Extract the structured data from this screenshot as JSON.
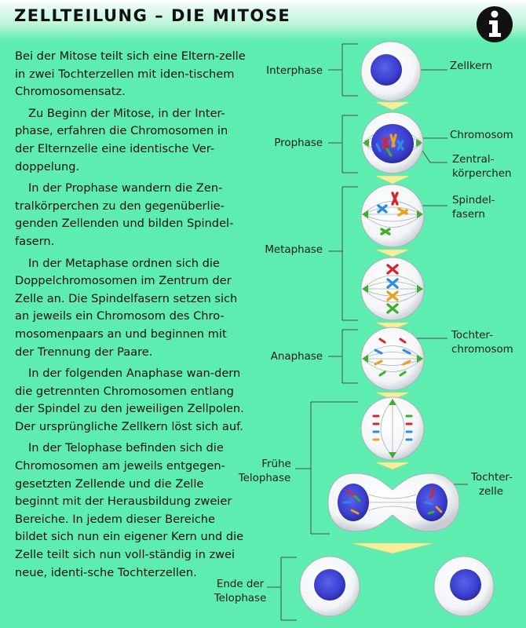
{
  "title": "ZELLTEILUNG – DIE MITOSE",
  "info_icon": "info-icon",
  "paragraphs": [
    "Bei der Mitose teilt sich eine Eltern-zelle in zwei Tochterzellen mit iden-tischem Chromosomensatz.",
    "Zu Beginn der Mitose, in der Inter-phase, erfahren die Chromosomen in der Elternzelle eine identische Ver-doppelung.",
    "In der Prophase wandern die Zen-tralkörperchen zu den gegenüberlie-genden Zellenden und bilden Spindel-fasern.",
    "In der Metaphase ordnen sich die Doppelchromosomen im Zentrum der Zelle an. Die Spindelfasern setzen sich an jeweils ein Chromosom des Chro-mosomenpaars an und beginnen mit der Trennung der Paare.",
    "In der folgenden Anaphase wan-dern die getrennten Chromosomen entlang der Spindel zu den jeweiligen Zellpolen. Der ursprüngliche Zellkern löst sich auf.",
    "In der Telophase befinden sich die Chromosomen am jeweils entgegen-gesetzten Zellende und die Zelle beginnt mit der Herausbildung zweier Bereiche. In jedem dieser Bereiche bildet sich nun ein eigener Kern und die Zelle teilt sich nun voll-ständig in zwei neue, identi-sche Tochterzellen."
  ],
  "phases": {
    "interphase": "Interphase",
    "prophase": "Prophase",
    "metaphase": "Metaphase",
    "anaphase": "Anaphase",
    "fruehe_telophase_1": "Frühe",
    "fruehe_telophase_2": "Telophase",
    "ende_telophase_1": "Ende der",
    "ende_telophase_2": "Telophase"
  },
  "parts": {
    "zellkern": "Zellkern",
    "chromosom": "Chromosom",
    "zentral_1": "Zentral-",
    "zentral_2": "körperchen",
    "spindel_1": "Spindel-",
    "spindel_2": "fasern",
    "tochterchrom_1": "Tochter-",
    "tochterchrom_2": "chromosom",
    "tochterzelle_1": "Tochter-",
    "tochterzelle_2": "zelle"
  },
  "colors": {
    "background": "#5eedb1",
    "nucleus": "#3a3fd0",
    "arrow": "#f5ee9a",
    "chromosome_red": "#d8262a",
    "chromosome_blue": "#2a8de0",
    "chromosome_yellow": "#e8a21c",
    "chromosome_green": "#3fae2e"
  }
}
